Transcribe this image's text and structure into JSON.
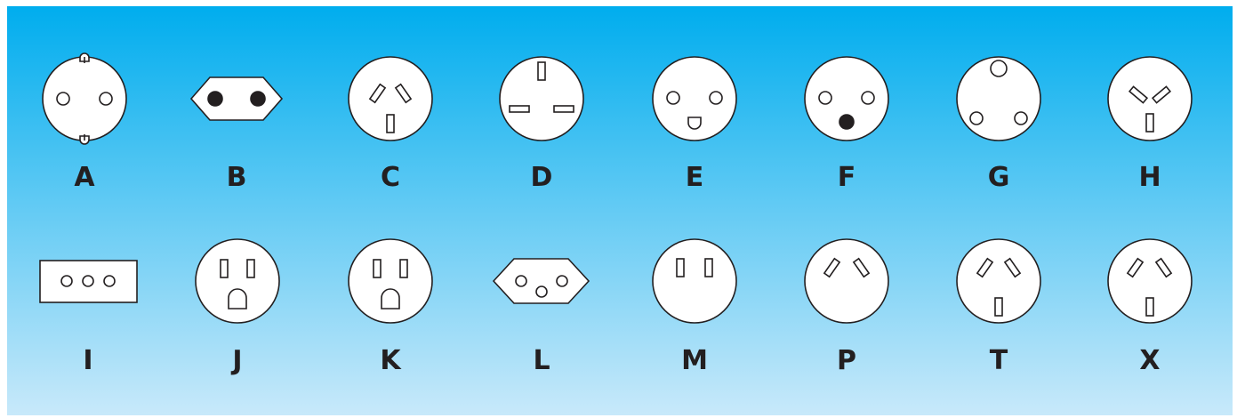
{
  "colors": {
    "gradient_top": "#00adee",
    "gradient_bottom": "#c8e9fa",
    "face": "#ffffff",
    "stroke": "#231f20",
    "label": "#231f20"
  },
  "plugs": [
    {
      "label": "A",
      "icon": "socket-a-icon"
    },
    {
      "label": "B",
      "icon": "socket-b-icon"
    },
    {
      "label": "C",
      "icon": "socket-c-icon"
    },
    {
      "label": "D",
      "icon": "socket-d-icon"
    },
    {
      "label": "E",
      "icon": "socket-e-icon"
    },
    {
      "label": "F",
      "icon": "socket-f-icon"
    },
    {
      "label": "G",
      "icon": "socket-g-icon"
    },
    {
      "label": "H",
      "icon": "socket-h-icon"
    },
    {
      "label": "I",
      "icon": "socket-i-icon"
    },
    {
      "label": "J",
      "icon": "socket-j-icon"
    },
    {
      "label": "K",
      "icon": "socket-k-icon"
    },
    {
      "label": "L",
      "icon": "socket-l-icon"
    },
    {
      "label": "M",
      "icon": "socket-m-icon"
    },
    {
      "label": "P",
      "icon": "socket-p-icon"
    },
    {
      "label": "T",
      "icon": "socket-t-icon"
    },
    {
      "label": "X",
      "icon": "socket-x-icon"
    }
  ]
}
